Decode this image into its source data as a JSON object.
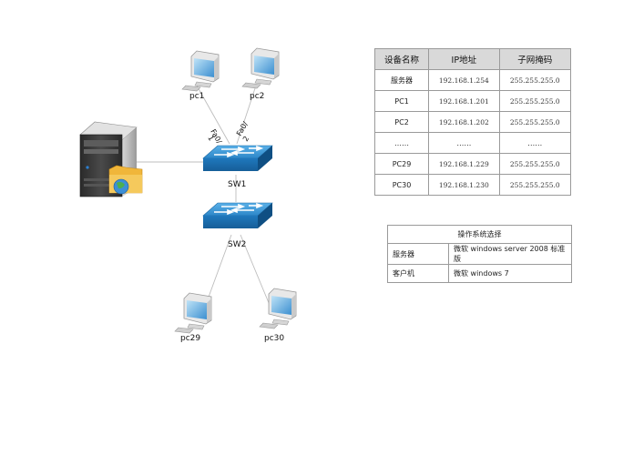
{
  "diagram": {
    "pc1": "pc1",
    "pc2": "pc2",
    "port1": "Fa0/",
    "port1b": "1",
    "port2": "Fa0/",
    "port2b": "2",
    "sw1": "SW1",
    "sw2": "SW2",
    "pc29": "pc29",
    "pc30": "pc30"
  },
  "ip_table": {
    "headers": [
      "设备名称",
      "IP地址",
      "子网掩码"
    ],
    "rows": [
      [
        "服务器",
        "192.168.1.254",
        "255.255.255.0"
      ],
      [
        "PC1",
        "192.168.1.201",
        "255.255.255.0"
      ],
      [
        "PC2",
        "192.168.1.202",
        "255.255.255.0"
      ],
      [
        "……",
        "……",
        "……"
      ],
      [
        "PC29",
        "192.168.1.229",
        "255.255.255.0"
      ],
      [
        "PC30",
        "192.168.1.230",
        "255.255.255.0"
      ]
    ]
  },
  "os_table": {
    "title": "操作系统选择",
    "rows": [
      [
        "服务器",
        "微软  windows server 2008 标准版"
      ],
      [
        "客户机",
        "微软  windows 7"
      ]
    ]
  }
}
